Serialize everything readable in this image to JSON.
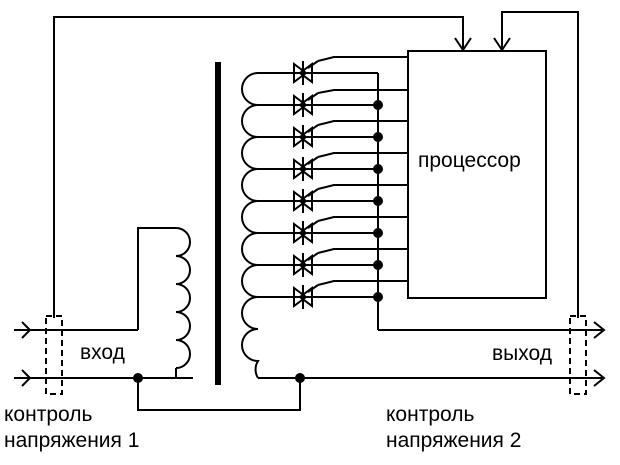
{
  "labels": {
    "processor": "процессор",
    "input": "вход",
    "output": "выход",
    "control_1_line1": "контроль",
    "control_1_line2": "напряжения 1",
    "control_2_line1": "контроль",
    "control_2_line2": "напряжения 2"
  },
  "colors": {
    "ink": "#000000",
    "background": "#ffffff"
  }
}
